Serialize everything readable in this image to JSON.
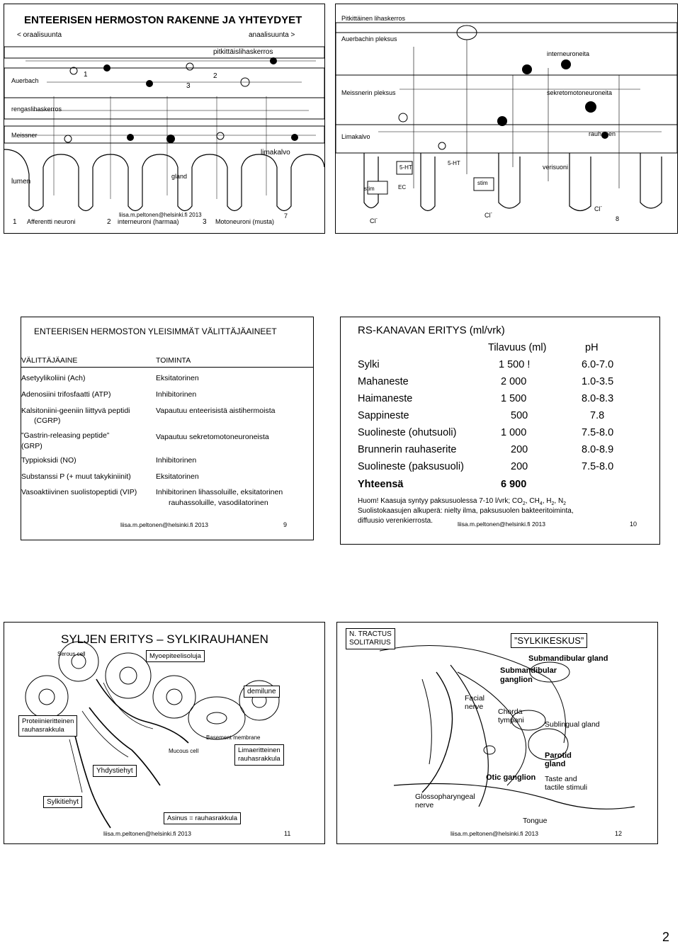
{
  "slide7": {
    "title": "ENTEERISEN HERMOSTON RAKENNE JA YHTEYDYET",
    "oral": "< oraalisuunta",
    "anal": "anaalisuunta >",
    "long_muscle": "pitkittäislihaskerros",
    "auerbach": "Auerbach",
    "ring_muscle": "rengaslihaskerros",
    "meissner": "Meissner",
    "mucosa": "limakalvo",
    "lumen": "lumen",
    "gland": "gland",
    "n1": "1",
    "n2": "2",
    "n3": "3",
    "legend1": "Afferentti neuroni",
    "legend2": "interneuroni (harmaa)",
    "legend3": "Motoneuroni (musta)",
    "author": "liisa.m.peltonen@helsinki.fi  2013",
    "page": "7"
  },
  "slide8": {
    "l1": "Pitkittäinen lihaskerros",
    "l2": "Auerbachin pleksus",
    "interneurons": "interneuroneita",
    "meissner_plexus": "Meissnerin pleksus",
    "secretomotor": "sekretomotoneuroneita",
    "mucosa": "Limakalvo",
    "gland": "rauhanen",
    "vessel": "verisuoni",
    "stim": "stim",
    "ht5": "5-HT",
    "ec": "EC",
    "cl": "Cl",
    "cl_sup": "-",
    "page": "8"
  },
  "slide9": {
    "title": "ENTEERISEN HERMOSTON YLEISIMMÄT VÄLITTÄJÄAINEET",
    "col1": "VÄLITTÄJÄAINE",
    "col2": "TOIMINTA",
    "rows": [
      {
        "a": "Asetyylikoliini (Ach)",
        "b": "Eksitatorinen"
      },
      {
        "a": "Adenosiini trifosfaatti (ATP)",
        "b": "Inhibitorinen"
      },
      {
        "a": "Kalsitoniini-geeniin liittyvä peptidi",
        "a2": "(CGRP)",
        "b": "Vapautuu enteerisistä aistihermoista"
      },
      {
        "a": "”Gastrin-releasing peptide”",
        "a2": "(GRP)",
        "b": "Vapautuu sekretomotoneuroneista"
      },
      {
        "a": "Typpioksidi (NO)",
        "b": "Inhibitorinen"
      },
      {
        "a": "Substanssi P (+ muut takykiniinit)",
        "b": "Eksitatorinen"
      },
      {
        "a": "Vasoaktiivinen suolistopeptidi (VIP)",
        "b": "Inhibitorinen lihassoluille, eksitatorinen",
        "b2": "rauhassoluille, vasodilatorinen"
      }
    ],
    "author": "liisa.m.peltonen@helsinki.fi  2013",
    "page": "9"
  },
  "slide10": {
    "title": "RS-KANAVAN ERITYS (ml/vrk)",
    "h_vol": "Tilavuus (ml)",
    "h_ph": "pH",
    "rows": [
      {
        "name": "Sylki",
        "vol": "1 500 !",
        "ph": "6.0-7.0"
      },
      {
        "name": "Mahaneste",
        "vol": "2 000",
        "ph": "1.0-3.5"
      },
      {
        "name": "Haimaneste",
        "vol": "1 500",
        "ph": "8.0-8.3"
      },
      {
        "name": "Sappineste",
        "vol": "500",
        "ph": "7.8"
      },
      {
        "name": "Suolineste (ohutsuoli)",
        "vol": "1 000",
        "ph": "7.5-8.0"
      },
      {
        "name": "Brunnerin rauhaserite",
        "vol": "200",
        "ph": "8.0-8.9"
      },
      {
        "name": "Suolineste (paksusuoli)",
        "vol": "200",
        "ph": "7.5-8.0"
      }
    ],
    "total_label": "Yhteensä",
    "total_value": "6 900",
    "note1": "Huom! Kaasuja syntyy paksusuolessa 7-10 l/vrk; CO",
    "note1_rest": ", CH",
    "note1_rest2": ", H",
    "note1_rest3": ", N",
    "sub2": "2",
    "sub4": "4",
    "note2": "Suolistokaasujen alkuperä: nielty ilma, paksusuolen bakteeritoiminta,",
    "note3": "diffuusio verenkierrosta.",
    "author": "liisa.m.peltonen@helsinki.fi  2013",
    "page": "10"
  },
  "slide11": {
    "title": "SYLJEN ERITYS – SYLKIRAUHANEN",
    "myo": "Myoepiteelisoluja",
    "demilune": "demilune",
    "protein": "Proteiinieritteinen\nrauhasrakkula",
    "mucous": "Limaeritteinen\nrauhasrakkula",
    "yhdys": "Yhdystiehyt",
    "sylki": "Sylkitiehyt",
    "acinus": "Asinus = rauhasrakkula",
    "serous": "Serous cell",
    "mucous_cell": "Mucous cell",
    "basement": "Basement membrane",
    "author": "liisa.m.peltonen@helsinki.fi  2013",
    "page": "11"
  },
  "slide12": {
    "tractus": "N. TRACTUS\nSOLITARIUS",
    "center": "”SYLKIKESKUS”",
    "sub_gland": "Submandibular gland",
    "sub_ganglion": "Submandibular\nganglion",
    "facial": "Facial\nnerve",
    "chorda": "Chorda\ntympani",
    "sublingual": "Sublingual gland",
    "parotid": "Parotid\ngland",
    "otic": "Otic ganglion",
    "taste": "Taste and\ntactile stimuli",
    "glosso": "Glossopharyngeal\nnerve",
    "tongue": "Tongue",
    "author": "liisa.m.peltonen@helsinki.fi  2013",
    "page": "12"
  },
  "page_number": "2"
}
